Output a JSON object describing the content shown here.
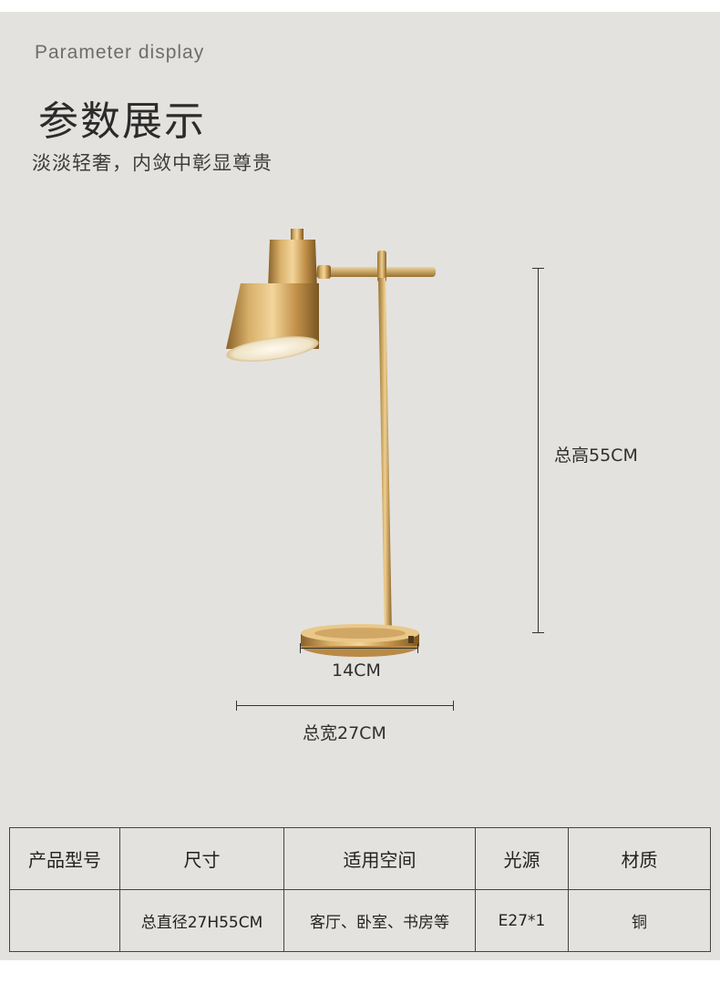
{
  "header": {
    "eyebrow": "Parameter display",
    "title": "参数展示",
    "subtitle": "淡淡轻奢，内敛中彰显尊贵"
  },
  "dimensions": {
    "height_label": "总高55CM",
    "base_label": "14CM",
    "width_label": "总宽27CM"
  },
  "specs": {
    "headers": [
      "产品型号",
      "尺寸",
      "适用空间",
      "光源",
      "材质"
    ],
    "values": [
      "",
      "总直径27H55CM",
      "客厅、卧室、书房等",
      "E27*1",
      "铜"
    ]
  },
  "colors": {
    "panel_background": "#e3e2de",
    "brass": "#c99a55"
  }
}
